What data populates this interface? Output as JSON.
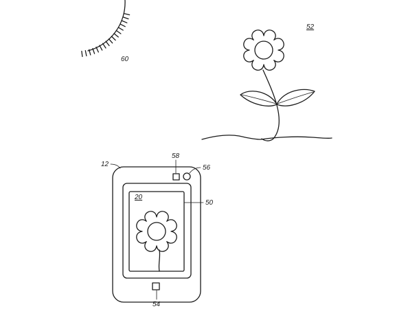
{
  "reference_labels": {
    "device": "12",
    "display": "20",
    "screen": "50",
    "flower": "52",
    "button": "54",
    "light": "56",
    "camera": "58",
    "sun": "60"
  },
  "colors": {
    "ink": "#1a1a1a",
    "paper": "#ffffff"
  }
}
